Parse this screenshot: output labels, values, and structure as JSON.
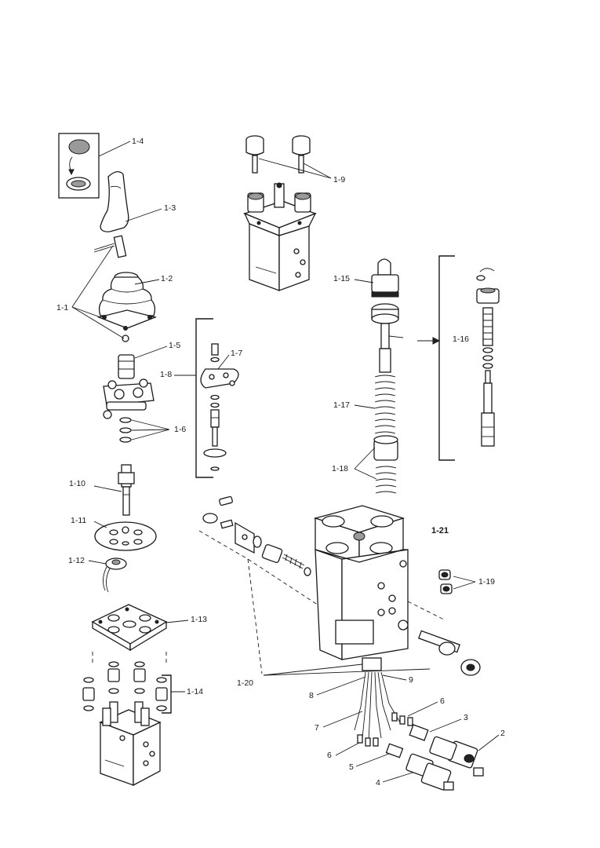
{
  "callouts": {
    "c1_4": "1-4",
    "c1_3": "1-3",
    "c1_2": "1-2",
    "c1_1": "1-1",
    "c1_5": "1-5",
    "c1_8": "1-8",
    "c1_7": "1-7",
    "c1_6": "1-6",
    "c1_10": "1-10",
    "c1_11": "1-11",
    "c1_12": "1-12",
    "c1_13": "1-13",
    "c1_14": "1-14",
    "c1_9": "1-9",
    "c1_15": "1-15",
    "c1_16": "1-16",
    "c1_17": "1-17",
    "c1_18": "1-18",
    "c1_21": "1-21",
    "c1_19": "1-19",
    "c1_20": "1-20",
    "c8": "8",
    "c9": "9",
    "c7": "7",
    "c6a": "6",
    "c6b": "6",
    "c3": "3",
    "c2": "2",
    "c5": "5",
    "c4": "4"
  }
}
